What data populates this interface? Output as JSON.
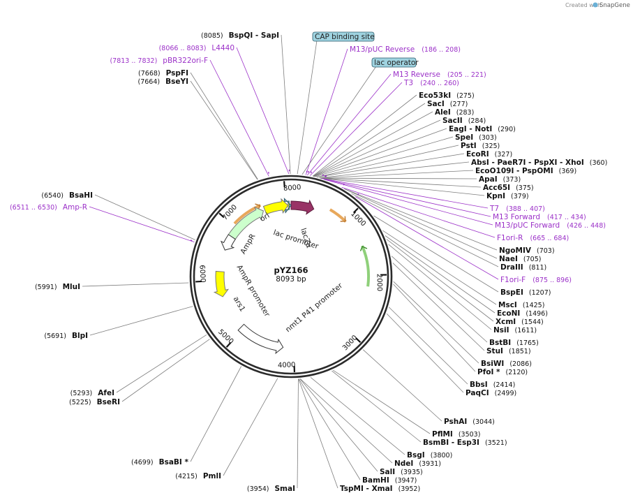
{
  "credit": {
    "label": "Created with",
    "brand": "SnapGene"
  },
  "plasmid": {
    "name": "pYZ166",
    "length_label": "8093 bp",
    "length": 8093
  },
  "backbone_ticks": [
    {
      "label": "1000",
      "bp": 1000
    },
    {
      "label": "2000",
      "bp": 2000
    },
    {
      "label": "3000",
      "bp": 3000
    },
    {
      "label": "4000",
      "bp": 4000
    },
    {
      "label": "5000",
      "bp": 5000
    },
    {
      "label": "6000",
      "bp": 6000
    },
    {
      "label": "7000",
      "bp": 7000
    },
    {
      "label": "8000",
      "bp": 8000
    }
  ],
  "features": [
    {
      "name": "CAP binding site",
      "label_style": "boxed",
      "color": "#9fd3e0"
    },
    {
      "name": "lac operator",
      "label_style": "boxed",
      "color": "#9fd3e0"
    },
    {
      "name": "lacZα",
      "label_style": "inside",
      "color": "#993366"
    },
    {
      "name": "lac promoter",
      "label_style": "inside",
      "color": "#ffffff"
    },
    {
      "name": "ori",
      "label_style": "inside",
      "color": "#ffff00"
    },
    {
      "name": "AmpR",
      "label_style": "inside",
      "color": "#ccffcc"
    },
    {
      "name": "AmpR promoter",
      "label_style": "inside",
      "color": "#ffffff"
    },
    {
      "name": "ars1",
      "label_style": "inside",
      "color": "#ffff00"
    },
    {
      "name": "nmt1 P41 promoter",
      "label_style": "inside",
      "color": "#ffffff"
    }
  ],
  "primer_color": "#9b30c8",
  "primers": [
    {
      "name": "L4440",
      "range": "(8066 .. 8083)"
    },
    {
      "name": "pBR322ori-F",
      "range": "(7813 .. 7832)"
    },
    {
      "name": "M13/pUC Reverse",
      "range": "(186 .. 208)"
    },
    {
      "name": "M13 Reverse",
      "range": "(205 .. 221)"
    },
    {
      "name": "T3",
      "range": "(240 .. 260)"
    },
    {
      "name": "T7",
      "range": "(388 .. 407)"
    },
    {
      "name": "M13 Forward",
      "range": "(417 .. 434)"
    },
    {
      "name": "M13/pUC Forward",
      "range": "(426 .. 448)"
    },
    {
      "name": "F1ori-R",
      "range": "(665 .. 684)"
    },
    {
      "name": "F1ori-F",
      "range": "(875 .. 896)"
    },
    {
      "name": "Amp-R",
      "range": "(6511 .. 6530)"
    }
  ],
  "sites": [
    {
      "names": [
        "BspQI",
        "SapI"
      ],
      "pos": "(8085)"
    },
    {
      "names": [
        "PspFI"
      ],
      "pos": "(7668)"
    },
    {
      "names": [
        "BseYI"
      ],
      "pos": "(7664)"
    },
    {
      "names": [
        "Eco53kI"
      ],
      "pos": "(275)"
    },
    {
      "names": [
        "SacI"
      ],
      "pos": "(277)"
    },
    {
      "names": [
        "AleI"
      ],
      "pos": "(283)"
    },
    {
      "names": [
        "SacII"
      ],
      "pos": "(284)"
    },
    {
      "names": [
        "EagI",
        "NotI"
      ],
      "pos": "(290)"
    },
    {
      "names": [
        "SpeI"
      ],
      "pos": "(303)"
    },
    {
      "names": [
        "PstI"
      ],
      "pos": "(325)"
    },
    {
      "names": [
        "EcoRI"
      ],
      "pos": "(327)"
    },
    {
      "names": [
        "AbsI",
        "PaeR7I",
        "PspXI",
        "XhoI"
      ],
      "pos": "(360)"
    },
    {
      "names": [
        "EcoO109I",
        "PspOMI"
      ],
      "pos": "(369)"
    },
    {
      "names": [
        "ApaI"
      ],
      "pos": "(373)"
    },
    {
      "names": [
        "Acc65I"
      ],
      "pos": "(375)"
    },
    {
      "names": [
        "KpnI"
      ],
      "pos": "(379)"
    },
    {
      "names": [
        "NgoMIV"
      ],
      "pos": "(703)"
    },
    {
      "names": [
        "NaeI"
      ],
      "pos": "(705)"
    },
    {
      "names": [
        "DraIII"
      ],
      "pos": "(811)"
    },
    {
      "names": [
        "BspEI"
      ],
      "pos": "(1207)"
    },
    {
      "names": [
        "MscI"
      ],
      "pos": "(1425)"
    },
    {
      "names": [
        "EcoNI"
      ],
      "pos": "(1496)"
    },
    {
      "names": [
        "XcmI"
      ],
      "pos": "(1544)"
    },
    {
      "names": [
        "NsiI"
      ],
      "pos": "(1611)"
    },
    {
      "names": [
        "BstBI"
      ],
      "pos": "(1765)"
    },
    {
      "names": [
        "StuI"
      ],
      "pos": "(1851)"
    },
    {
      "names": [
        "BsiWI"
      ],
      "pos": "(2086)"
    },
    {
      "names": [
        "PfoI *"
      ],
      "pos": "(2120)"
    },
    {
      "names": [
        "BbsI"
      ],
      "pos": "(2414)"
    },
    {
      "names": [
        "PaqCI"
      ],
      "pos": "(2499)"
    },
    {
      "names": [
        "PshAI"
      ],
      "pos": "(3044)"
    },
    {
      "names": [
        "PflMI"
      ],
      "pos": "(3503)"
    },
    {
      "names": [
        "BsmBI",
        "Esp3I"
      ],
      "pos": "(3521)"
    },
    {
      "names": [
        "BsgI"
      ],
      "pos": "(3800)"
    },
    {
      "names": [
        "NdeI"
      ],
      "pos": "(3931)"
    },
    {
      "names": [
        "SalI"
      ],
      "pos": "(3935)"
    },
    {
      "names": [
        "BamHI"
      ],
      "pos": "(3947)"
    },
    {
      "names": [
        "TspMI",
        "XmaI"
      ],
      "pos": "(3952)"
    },
    {
      "names": [
        "SmaI"
      ],
      "pos": "(3954)"
    },
    {
      "names": [
        "PmlI"
      ],
      "pos": "(4215)"
    },
    {
      "names": [
        "BsaBI *"
      ],
      "pos": "(4699)"
    },
    {
      "names": [
        "AfeI"
      ],
      "pos": "(5293)"
    },
    {
      "names": [
        "BseRI"
      ],
      "pos": "(5225)"
    },
    {
      "names": [
        "BlpI"
      ],
      "pos": "(5691)"
    },
    {
      "names": [
        "MluI"
      ],
      "pos": "(5991)"
    },
    {
      "names": [
        "BsaHI"
      ],
      "pos": "(6540)"
    }
  ]
}
